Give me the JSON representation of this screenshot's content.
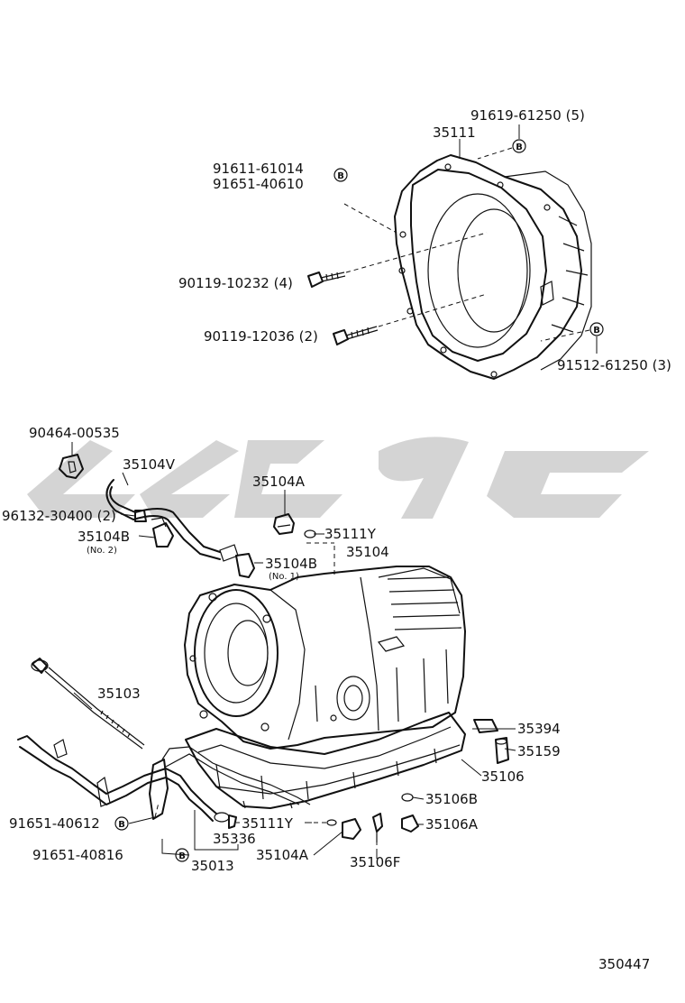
{
  "watermark": {
    "color": "#c9c9c9"
  },
  "callouts": {
    "c91619": "91619-61250 (5)",
    "c35111": "35111",
    "c91611": "91611-61014",
    "c91651_40610": "91651-40610",
    "c90119_10232": "90119-10232 (4)",
    "c90119_12036": "90119-12036 (2)",
    "c91512": "91512-61250 (3)",
    "c90464": "90464-00535",
    "c35104V": "35104V",
    "c35104A_top": "35104A",
    "c96132": "96132-30400 (2)",
    "c35104B_no2": "35104B",
    "no2": "(No. 2)",
    "c35111Y_top": "35111Y",
    "c35104": "35104",
    "c35104B_no1": "35104B",
    "no1": "(No. 1)",
    "c35103": "35103",
    "c35394": "35394",
    "c35159": "35159",
    "c35106": "35106",
    "c35106B": "35106B",
    "c35106A": "35106A",
    "c91651_40612": "91651-40612",
    "c35111Y_bot": "35111Y",
    "c35336": "35336",
    "c91651_40816": "91651-40816",
    "c35013": "35013",
    "c35104A_bot": "35104A",
    "c35106F": "35106F",
    "b": "B",
    "code": "350447"
  }
}
